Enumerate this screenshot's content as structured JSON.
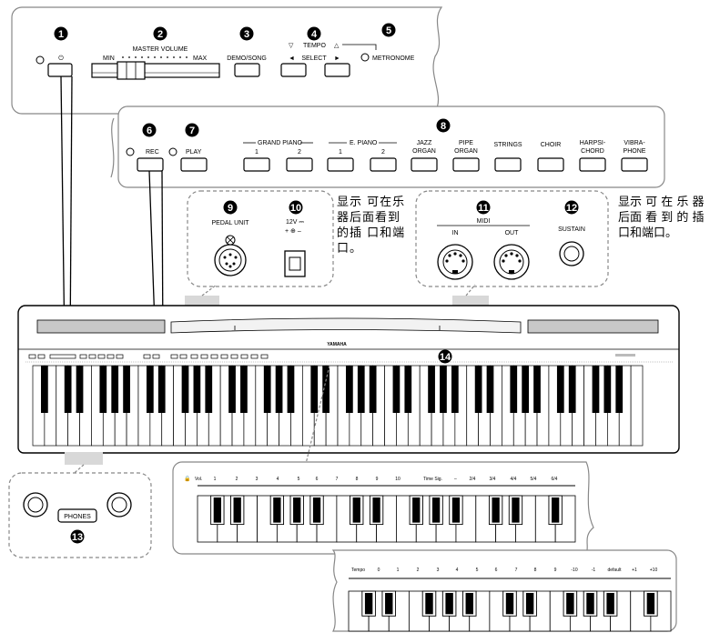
{
  "callouts": {
    "c1": "1",
    "c2": "2",
    "c3": "3",
    "c4": "4",
    "c5": "5",
    "c6": "6",
    "c7": "7",
    "c8": "8",
    "c9": "9",
    "c10": "10",
    "c11": "11",
    "c12": "12",
    "c13": "13",
    "c14": "14"
  },
  "top_panel": {
    "power_symbol": "⏻",
    "master_volume": "MASTER VOLUME",
    "min": "MIN",
    "max": "MAX",
    "demo_song": "DEMO/SONG",
    "tempo": "TEMPO",
    "tempo_down": "▽",
    "tempo_up": "△",
    "select": "SELECT",
    "arrow_left": "◄",
    "arrow_right": "►",
    "metronome": "METRONOME"
  },
  "voice_panel": {
    "rec": "REC",
    "play": "PLAY",
    "grand_piano": "GRAND  PIANO",
    "e_piano": "E. PIANO",
    "n1": "1",
    "n2": "2",
    "jazz": "JAZZ",
    "jazz2": "ORGAN",
    "pipe": "PIPE",
    "pipe2": "ORGAN",
    "strings": "STRINGS",
    "choir": "CHOIR",
    "harpsi": "HARPSI-",
    "harpsi2": "CHORD",
    "vibra": "VIBRA-",
    "vibra2": "PHONE"
  },
  "rear_left": {
    "pedal_unit": "PEDAL UNIT",
    "dc_in": "12V ⎓",
    "polarity": "+ ⊕ –"
  },
  "rear_right": {
    "midi": "MIDI",
    "in": "IN",
    "out": "OUT",
    "sustain": "SUSTAIN"
  },
  "notes": {
    "left": [
      "显示 可在乐",
      "器后面看到",
      "的插 口和端",
      "口。"
    ],
    "right": [
      "显示 可 在 乐 器",
      "后面 看 到 的 插",
      "口和端口。"
    ]
  },
  "phones": "PHONES",
  "brand": "YAMAHA",
  "strip1": {
    "lock": "🔒",
    "vol": "Vol.",
    "levels": [
      "1",
      "2",
      "3",
      "4",
      "5",
      "6",
      "7",
      "8",
      "9",
      "10"
    ],
    "time_sig": "Time Sig.",
    "dash": "–",
    "sigs": [
      "2/4",
      "3/4",
      "4/4",
      "5/4",
      "6/4"
    ]
  },
  "strip2": {
    "tempo": "Tempo",
    "values": [
      "0",
      "1",
      "2",
      "3",
      "4",
      "5",
      "6",
      "7",
      "8",
      "9",
      "-10",
      "-1",
      "default",
      "+1",
      "+10"
    ]
  }
}
